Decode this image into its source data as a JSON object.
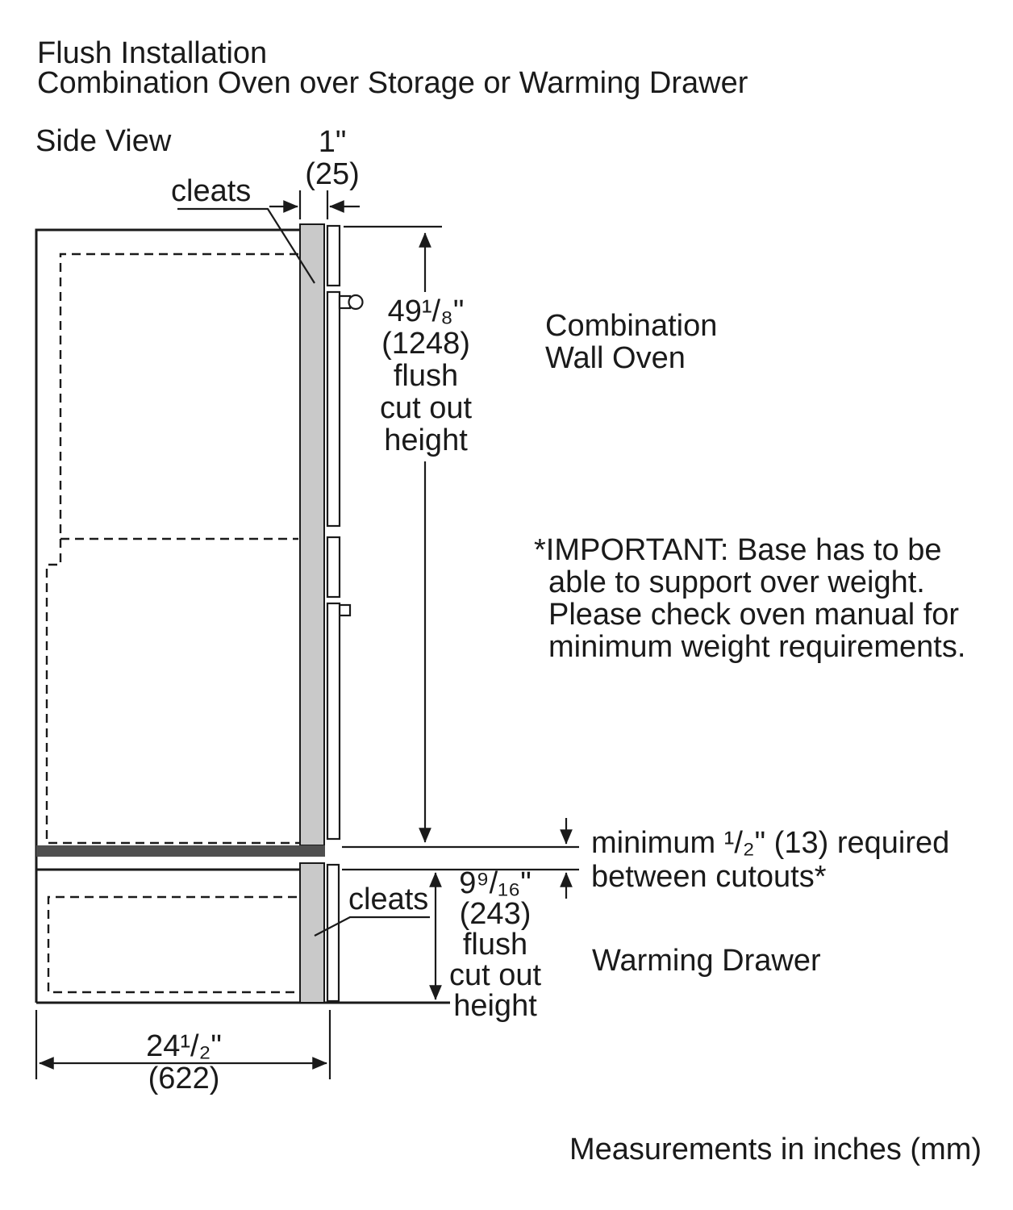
{
  "title": {
    "line1": "Flush Installation",
    "line2": "Combination Oven over Storage or Warming Drawer"
  },
  "view_label": "Side View",
  "footer": "Measurements in inches (mm)",
  "labels": {
    "cleats_top": "cleats",
    "cleats_bottom": "cleats",
    "oven_line1": "Combination",
    "oven_line2": "Wall Oven",
    "warming_drawer": "Warming Drawer"
  },
  "note": {
    "line1": "*IMPORTANT: Base has to be",
    "line2": "able to support over weight.",
    "line3": "Please check oven manual for",
    "line4": "minimum weight requirements."
  },
  "dims": {
    "cleat_width_in": "1\"",
    "cleat_width_mm": "(25)",
    "oven_cutout_in": "49¹/₈\"",
    "oven_cutout_mm": "(1248)",
    "oven_cutout_desc1": "flush",
    "oven_cutout_desc2": "cut out",
    "oven_cutout_desc3": "height",
    "gap_line1": "minimum ¹/₂\" (13) required",
    "gap_line2": "between cutouts*",
    "drawer_cutout_in": "9⁹/₁₆\"",
    "drawer_cutout_mm": "(243)",
    "drawer_cutout_desc1": "flush",
    "drawer_cutout_desc2": "cut out",
    "drawer_cutout_desc3": "height",
    "depth_in": "24¹/₂\"",
    "depth_mm": "(622)"
  },
  "colors": {
    "line": "#1a1a1a",
    "cleat_fill": "#c9c9c9",
    "band_fill": "#4f4f4f",
    "background": "#ffffff"
  }
}
